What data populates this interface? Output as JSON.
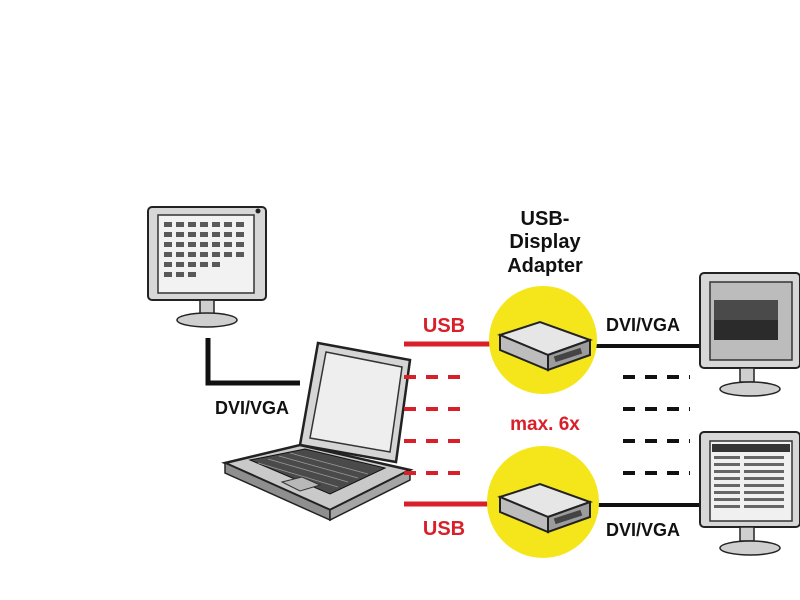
{
  "labels": {
    "title_line1": "USB-",
    "title_line2": "Display",
    "title_line3": "Adapter",
    "usb_top": "USB",
    "usb_bottom": "USB",
    "dvi_left": "DVI/VGA",
    "dvi_top_right": "DVI/VGA",
    "dvi_bottom_right": "DVI/VGA",
    "max": "max. 6x"
  },
  "colors": {
    "usb_red": "#d8202a",
    "highlight_yellow": "#f5e61c",
    "line_black": "#111111"
  }
}
